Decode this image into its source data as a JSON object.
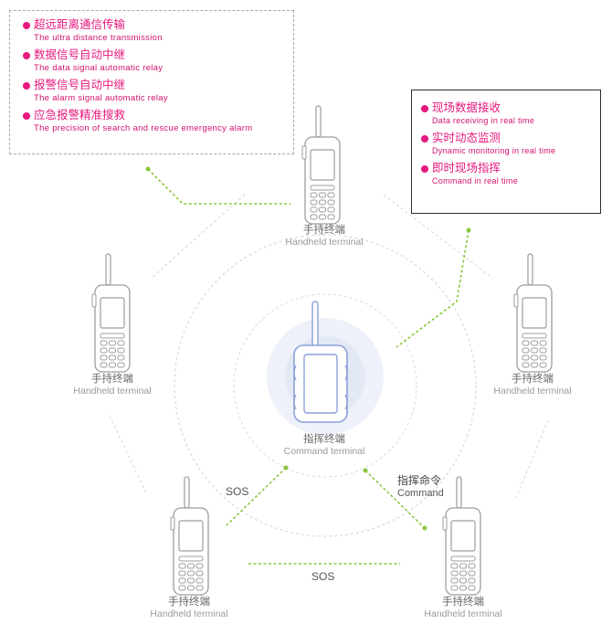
{
  "features_left": [
    {
      "cn": "超远距离通信传输",
      "en": "The ultra distance transmission"
    },
    {
      "cn": "数据信号自动中继",
      "en": "The data signal automatic relay"
    },
    {
      "cn": "报警信号自动中继",
      "en": "The alarm signal automatic relay"
    },
    {
      "cn": "应急报警精准搜救",
      "en": "The precision of search and rescue emergency alarm"
    }
  ],
  "features_right": [
    {
      "cn": "现场数据接收",
      "en": "Data receiving in real time"
    },
    {
      "cn": "实时动态监测",
      "en": "Dynamic monitoring in real time"
    },
    {
      "cn": "即时现场指挥",
      "en": "Command in real time"
    }
  ],
  "devices": {
    "top": {
      "cn": "手持终端",
      "en": "Handheld terminal"
    },
    "left": {
      "cn": "手持终端",
      "en": "Handheld terminal"
    },
    "right": {
      "cn": "手持终端",
      "en": "Handheld terminal"
    },
    "bottom_left": {
      "cn": "手持终端",
      "en": "Handheld terminal"
    },
    "bottom_right": {
      "cn": "手持终端",
      "en": "Handheld terminal"
    },
    "center": {
      "cn": "指挥终端",
      "en": "Command terminal"
    }
  },
  "flows": {
    "sos_up": "SOS",
    "sos_bottom": "SOS",
    "command_cn": "指挥命令",
    "command_en": "Command"
  },
  "colors": {
    "accent": "#e6197e",
    "connector_green": "#8cc63f",
    "ring": "#d7d7d7",
    "device_stroke": "#9d9d9d",
    "command_stroke": "#8aa1d8"
  }
}
